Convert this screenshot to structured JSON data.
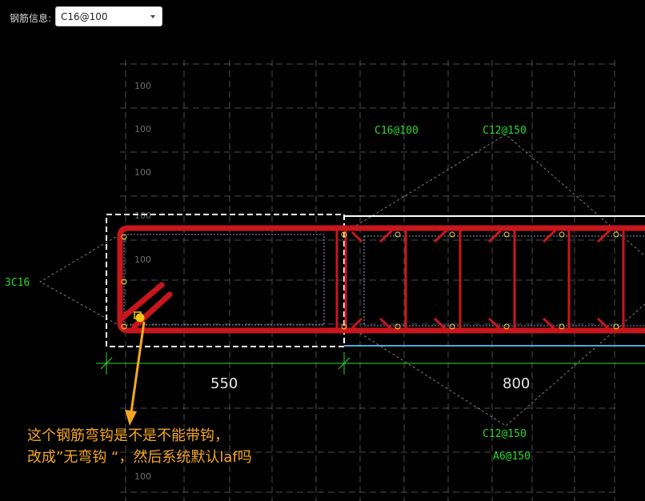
{
  "toolbar": {
    "label": "钢筋信息:",
    "selected": "C16@100"
  },
  "grid_labels": [
    "100",
    "100",
    "100",
    "100",
    "100",
    "100"
  ],
  "rebar_labels": {
    "top_stirrup": "C16@100",
    "top_c12": "C12@150",
    "left_bars": "3C16",
    "bottom_c12": "C12@150",
    "bottom_a6": "A6@150"
  },
  "dimensions": {
    "left": "550",
    "right": "800"
  },
  "annotation": {
    "line1": "这个钢筋弯钩是不是不能带钩，",
    "line2": "改成”无弯钩 “，然后系统默认laf吗"
  },
  "colors": {
    "rebar": "#c8161d",
    "cad_text": "#2bd82b",
    "grid": "#4d4d4d",
    "annotation": "#f5a623",
    "beam_bottom": "#4da8d8"
  }
}
